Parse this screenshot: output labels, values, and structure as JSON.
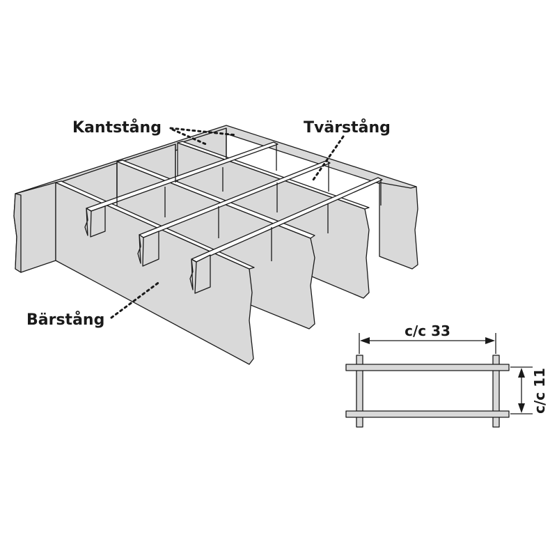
{
  "labels": {
    "edge_bar": "Kantstång",
    "cross_bar": "Tvärstång",
    "bearing_bar": "Bärstång"
  },
  "dimensions": {
    "horizontal": "c/c 33",
    "vertical": "c/c 11"
  },
  "colors": {
    "bar_fill": "#d9d9d9",
    "line": "#1a1a1a",
    "background": "#ffffff"
  }
}
